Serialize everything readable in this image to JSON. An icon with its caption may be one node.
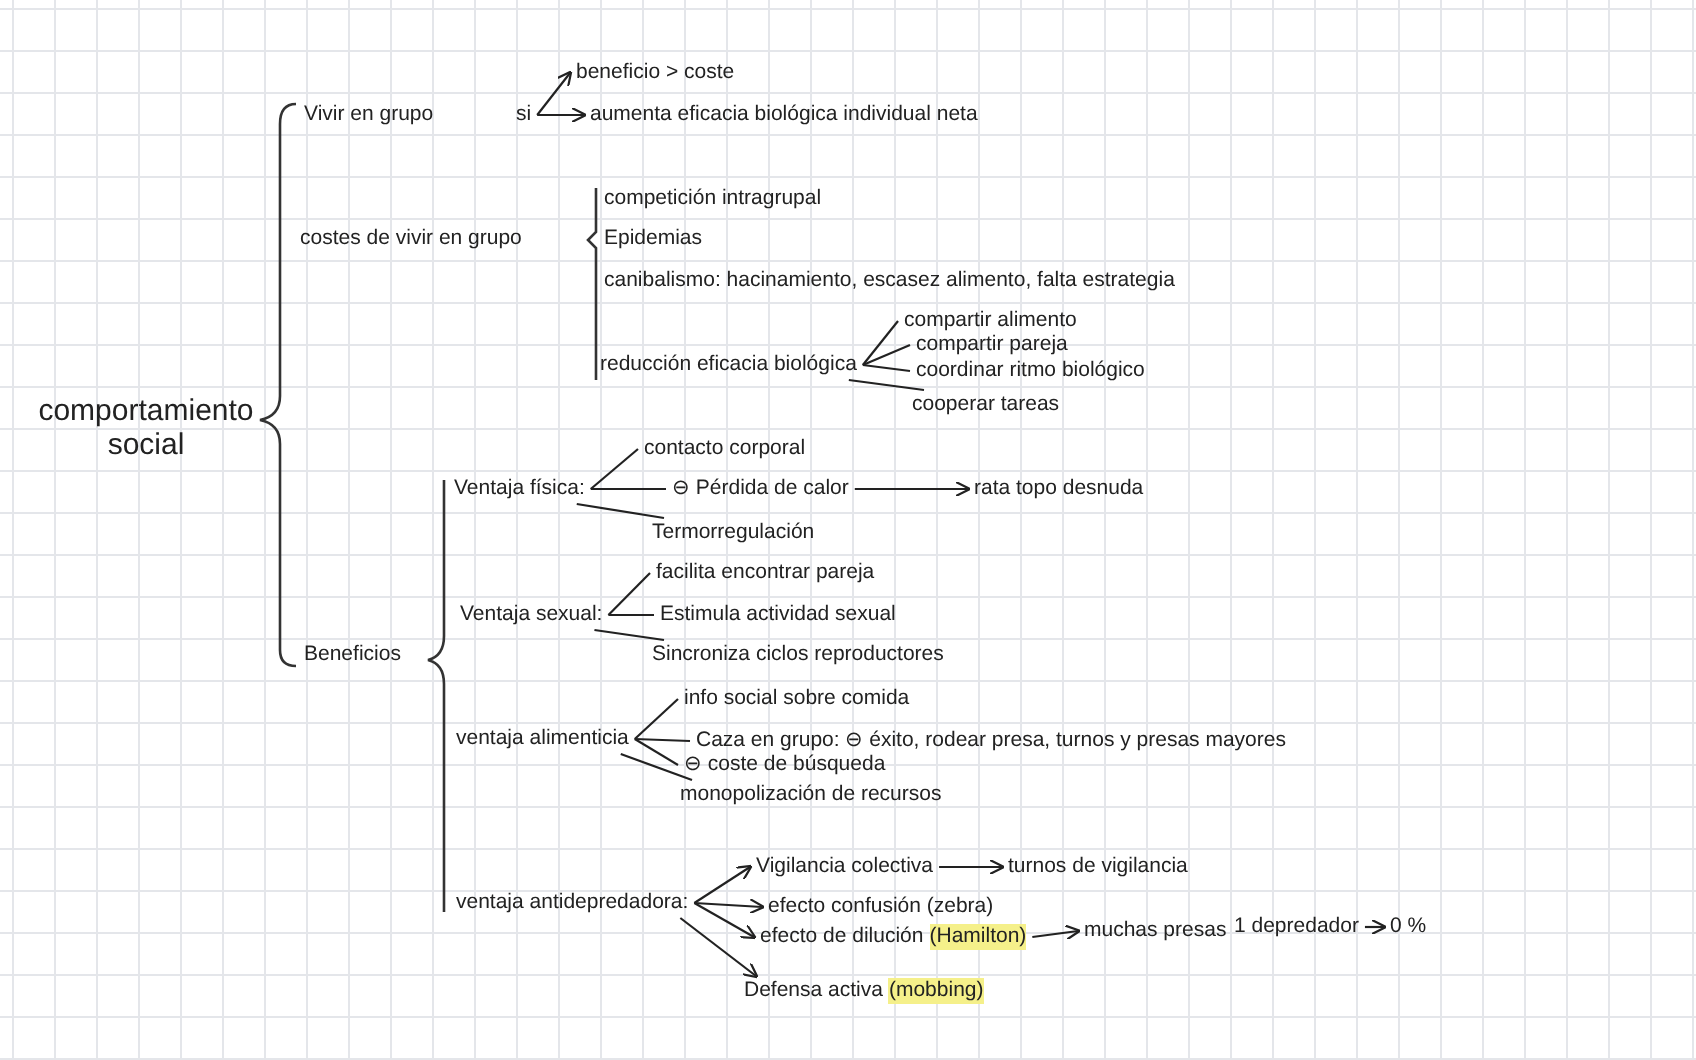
{
  "diagram": {
    "nodes": [
      {
        "text": [
          "comportamiento social"
        ]
      },
      {
        "text": [
          "Vivir en grupo"
        ]
      },
      {
        "text": [
          "si"
        ]
      },
      {
        "text": [
          "beneficio > coste"
        ]
      },
      {
        "text": [
          "aumenta eficacia biológica individual neta"
        ]
      },
      {
        "text": [
          "costes de vivir en grupo"
        ]
      },
      {
        "text": [
          "competición intragrupal"
        ]
      },
      {
        "text": [
          "Epidemias"
        ]
      },
      {
        "text": [
          "canibalismo: hacinamiento, escasez alimento, falta estrategia"
        ]
      },
      {
        "text": [
          "reducción eficacia biológica"
        ]
      },
      {
        "text": [
          "compartir alimento"
        ]
      },
      {
        "text": [
          "compartir pareja"
        ]
      },
      {
        "text": [
          "coordinar ritmo biológico"
        ]
      },
      {
        "text": [
          "cooperar tareas"
        ]
      },
      {
        "text": [
          "Beneficios"
        ]
      },
      {
        "text": [
          "Ventaja física:"
        ]
      },
      {
        "text": [
          "contacto corporal"
        ]
      },
      {
        "text": [
          "⊖ Pérdida de calor"
        ]
      },
      {
        "text": [
          "rata topo desnuda"
        ]
      },
      {
        "text": [
          "Termorregulación"
        ]
      },
      {
        "text": [
          "Ventaja sexual:"
        ]
      },
      {
        "text": [
          "facilita encontrar pareja"
        ]
      },
      {
        "text": [
          "Estimula actividad sexual"
        ]
      },
      {
        "text": [
          "Sincroniza ciclos reproductores"
        ]
      },
      {
        "text": [
          "ventaja alimenticia"
        ]
      },
      {
        "text": [
          "info social sobre comida"
        ]
      },
      {
        "text": [
          "Caza en grupo: ⊖ éxito, rodear presa, turnos y presas mayores"
        ]
      },
      {
        "text": [
          "⊖ coste de búsqueda"
        ]
      },
      {
        "text": [
          "monopolización de recursos"
        ]
      },
      {
        "text": [
          "ventaja antidepredadora:"
        ]
      },
      {
        "text": [
          "Vigilancia colectiva"
        ]
      },
      {
        "text": [
          "turnos de vigilancia"
        ]
      },
      {
        "text": [
          "efecto confusión (zebra)"
        ]
      },
      {
        "text": [
          "efecto de dilución",
          "(Hamilton)"
        ]
      },
      {
        "text": [
          "muchas presas"
        ]
      },
      {
        "text": [
          "1 depredador"
        ]
      },
      {
        "text": [
          "0 %"
        ]
      },
      {
        "text": [
          "Defensa activa",
          "(mobbing)"
        ]
      }
    ],
    "edges": [
      {
        "from": 2,
        "to": 3,
        "arrow": "to"
      },
      {
        "from": 2,
        "to": 4,
        "arrow": "to"
      },
      {
        "from": 9,
        "to": 10,
        "arrow": "none"
      },
      {
        "from": 9,
        "to": 11,
        "arrow": "none"
      },
      {
        "from": 9,
        "to": 12,
        "arrow": "none"
      },
      {
        "from": 9,
        "to": 13,
        "arrow": "none"
      },
      {
        "from": 15,
        "to": 16,
        "arrow": "none"
      },
      {
        "from": 15,
        "to": 17,
        "arrow": "none"
      },
      {
        "from": 15,
        "to": 19,
        "arrow": "none"
      },
      {
        "from": 17,
        "to": 18,
        "arrow": "to"
      },
      {
        "from": 20,
        "to": 21,
        "arrow": "none"
      },
      {
        "from": 20,
        "to": 22,
        "arrow": "none"
      },
      {
        "from": 20,
        "to": 23,
        "arrow": "none"
      },
      {
        "from": 24,
        "to": 25,
        "arrow": "none"
      },
      {
        "from": 24,
        "to": 26,
        "arrow": "none"
      },
      {
        "from": 24,
        "to": 27,
        "arrow": "none"
      },
      {
        "from": 24,
        "to": 28,
        "arrow": "none"
      },
      {
        "from": 29,
        "to": 30,
        "arrow": "to"
      },
      {
        "from": 30,
        "to": 31,
        "arrow": "to"
      },
      {
        "from": 29,
        "to": 32,
        "arrow": "to"
      },
      {
        "from": 29,
        "to": 33,
        "arrow": "to"
      },
      {
        "from": 29,
        "to": 37,
        "arrow": "to"
      },
      {
        "from": 33,
        "to": 34,
        "arrow": "to"
      },
      {
        "from": 35,
        "to": 36,
        "arrow": "to"
      }
    ]
  }
}
